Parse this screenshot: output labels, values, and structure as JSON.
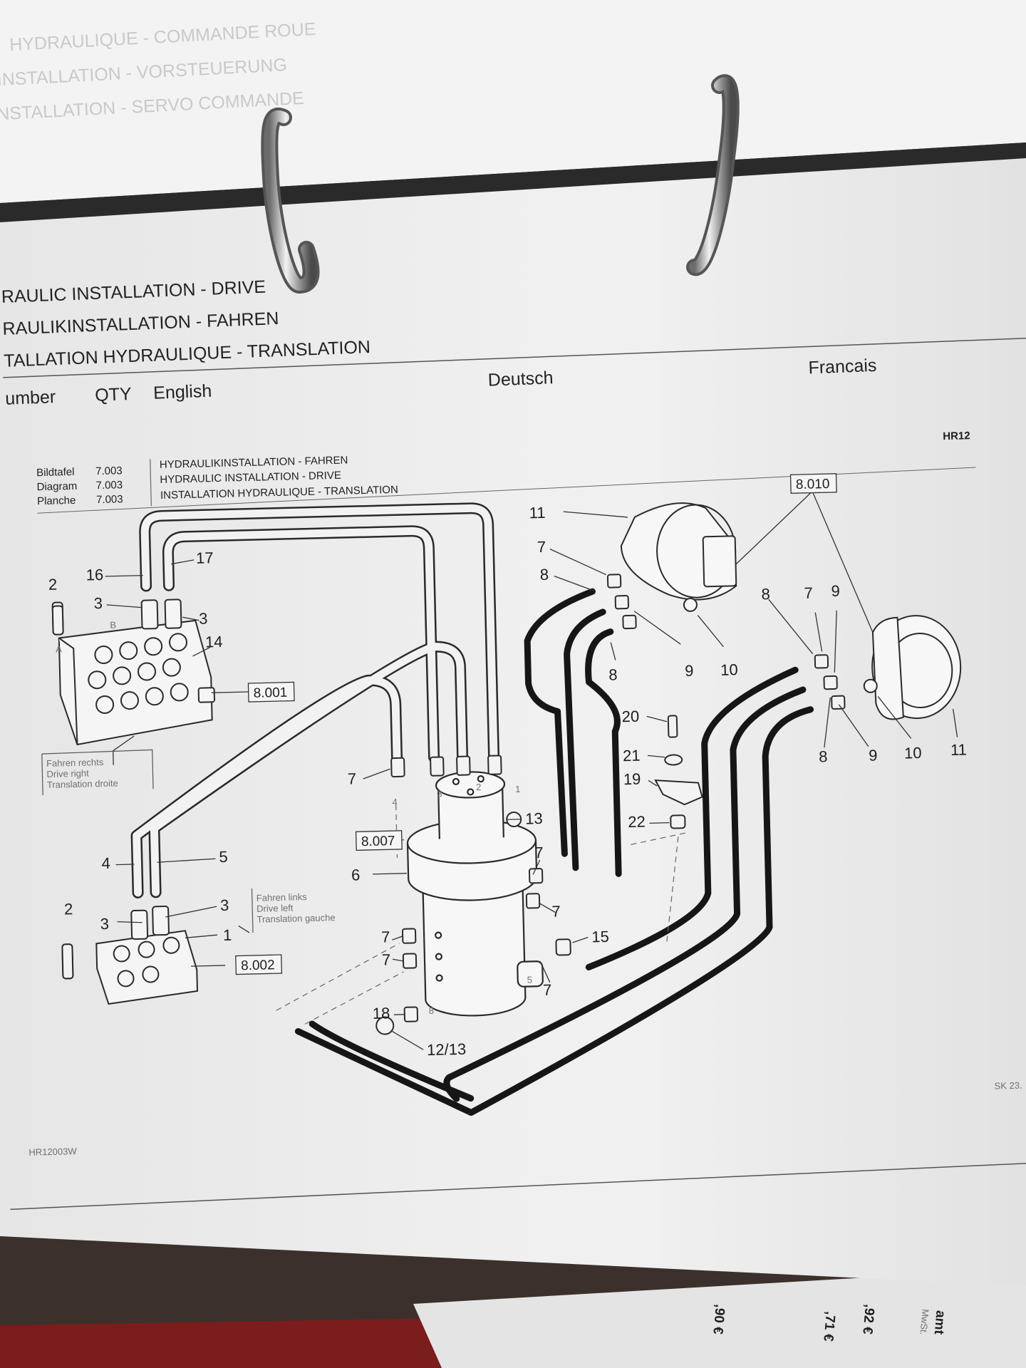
{
  "back_page": {
    "ghost_lines": [
      "HYDRAULIQUE - COMMANDE ROUE",
      "INSTALLATION - VORSTEUERUNG",
      "INSTALLATION - SERVO COMMANDE"
    ]
  },
  "page_header": {
    "titles": [
      "RAULIC INSTALLATION - DRIVE",
      "RAULIKINSTALLATION - FAHREN",
      "TALLATION HYDRAULIQUE - TRANSLATION"
    ],
    "columns": {
      "number": "umber",
      "qty": "QTY",
      "english": "English",
      "deutsch": "Deutsch",
      "francais": "Francais"
    }
  },
  "plate": {
    "info": [
      {
        "label": "Bildtafel",
        "value": "7.003"
      },
      {
        "label": "Diagram",
        "value": "7.003"
      },
      {
        "label": "Planche",
        "value": "7.003"
      }
    ],
    "titles": [
      "HYDRAULIKINSTALLATION - FAHREN",
      "HYDRAULIC INSTALLATION - DRIVE",
      "INSTALLATION HYDRAULIQUE - TRANSLATION"
    ],
    "model": "HR12",
    "drawing_code": "HR12003W",
    "sk_code": "SK 23."
  },
  "diagram": {
    "refs": [
      "8.010",
      "8.001",
      "8.007",
      "8.002"
    ],
    "notes": {
      "drive_right": [
        "Fahren rechts",
        "Drive right",
        "Translation droite"
      ],
      "drive_left": [
        "Fahren links",
        "Drive left",
        "Translation gauche"
      ]
    },
    "labels": {
      "p2a": "2",
      "p16": "16",
      "p17": "17",
      "p3a": "3",
      "p3b": "3",
      "p14": "14",
      "p11a": "11",
      "p7a": "7",
      "p8a": "8",
      "p8b": "8",
      "p9a": "9",
      "p10a": "10",
      "p8c": "8",
      "p7b": "7",
      "p9b": "9",
      "p20": "20",
      "p21": "21",
      "p19": "19",
      "p22": "22",
      "p8d": "8",
      "p9c": "9",
      "p10b": "10",
      "p11b": "11",
      "p7c": "7",
      "p13": "13",
      "p4": "4",
      "p5": "5",
      "p6": "6",
      "p2b": "2",
      "p3c": "3",
      "p3d": "3",
      "p1": "1",
      "p7d": "7",
      "p7e": "7",
      "p7f": "7",
      "p15": "15",
      "p7g": "7",
      "p7h": "7",
      "p18": "18",
      "p1213": "12/13"
    },
    "ports": {
      "a": "A",
      "b": "B",
      "n1": "1",
      "n2": "2",
      "n3": "3",
      "n4": "4",
      "n5": "5",
      "n8": "8"
    }
  },
  "under_sheet": {
    "prices": [
      ",92 €",
      ",71 €",
      ",90 €"
    ],
    "heading": [
      "amt",
      "MwSt."
    ]
  }
}
